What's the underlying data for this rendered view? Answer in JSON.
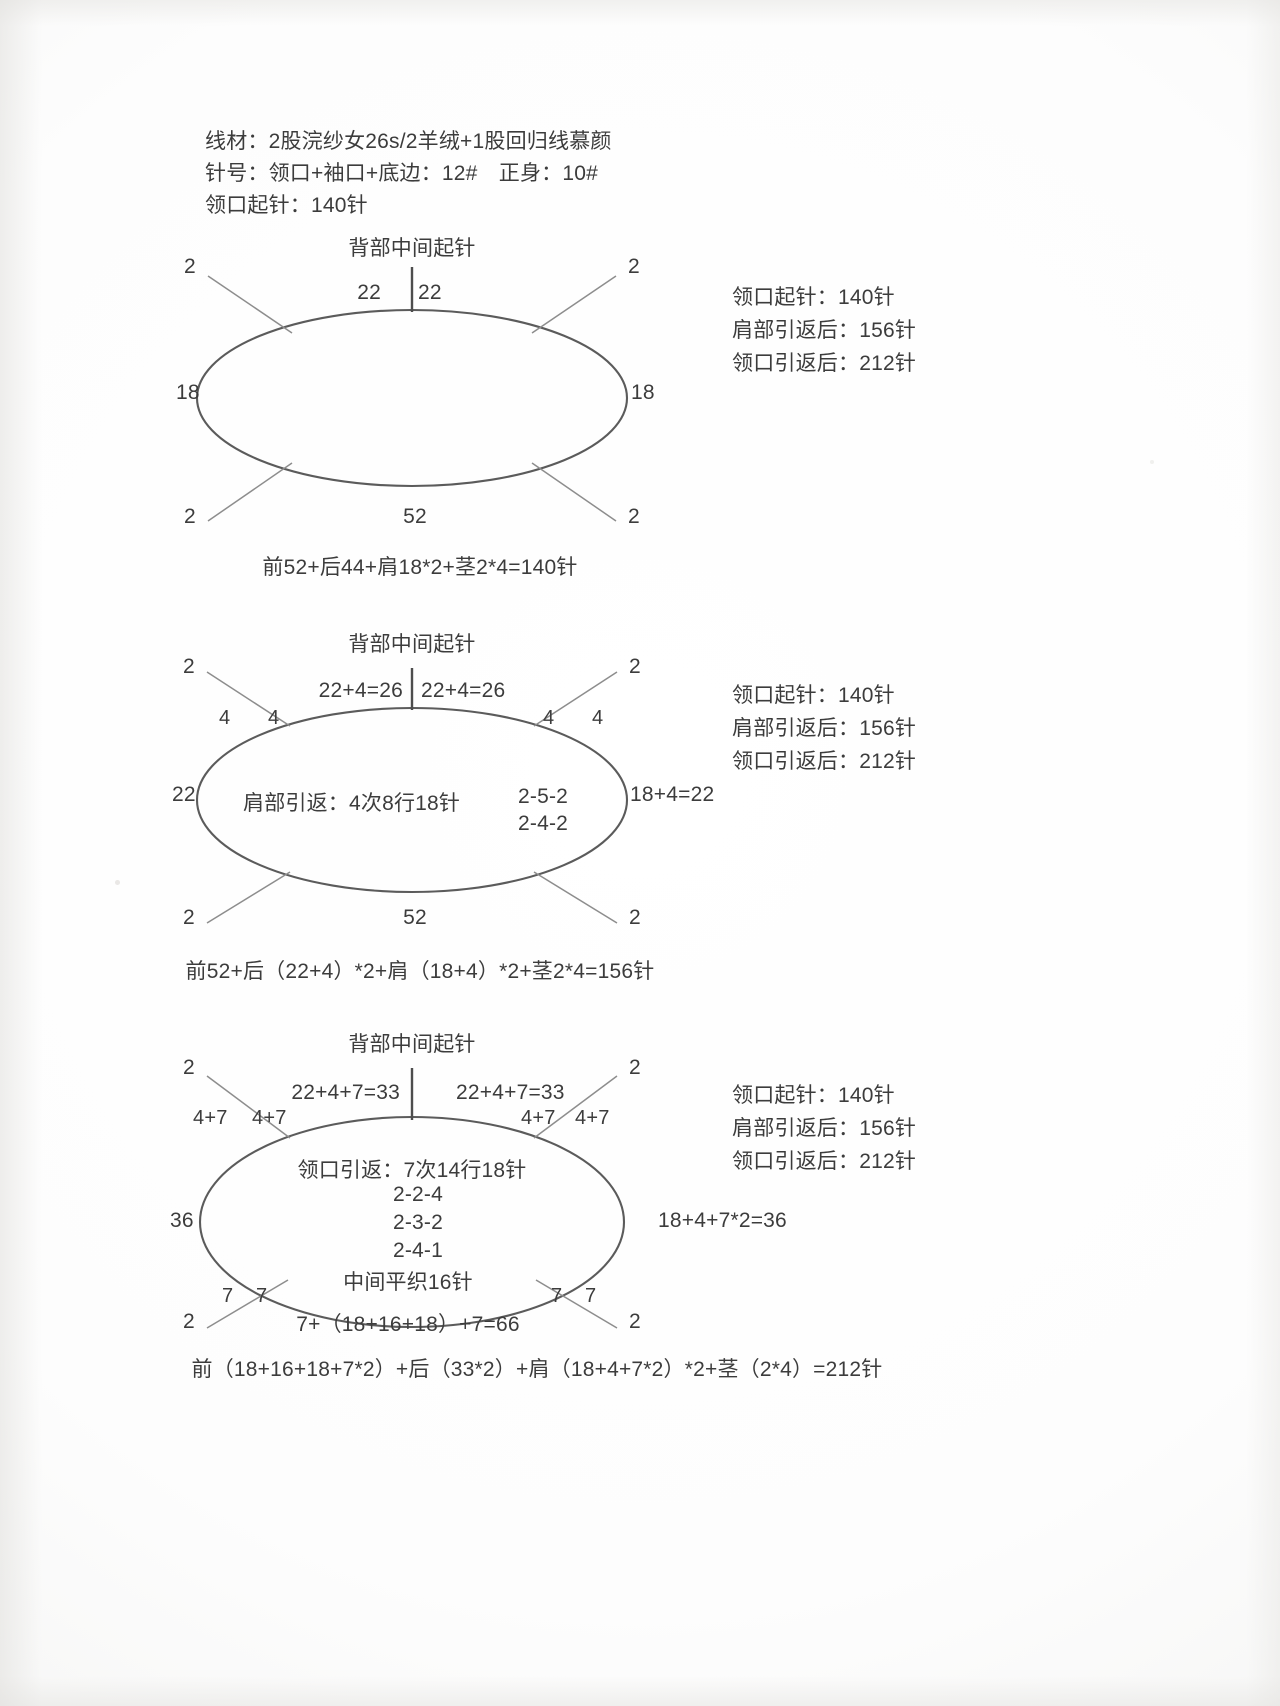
{
  "document": {
    "type": "knitting-pattern-diagram",
    "header_lines": [
      "线材：2股浣纱女26s/2羊绒+1股回归线慕颜",
      "针号：领口+袖口+底边：12#　正身：10#",
      "领口起针：140针"
    ]
  },
  "side_note": {
    "lines": [
      "领口起针：140针",
      "肩部引返后：156针",
      "领口引返后：212针"
    ]
  },
  "diagrams": [
    {
      "id": "stage-1",
      "title": "背部中间起针",
      "top_left_value": "22",
      "top_right_value": "22",
      "corner_top_left": "2",
      "corner_top_right": "2",
      "corner_bottom_left": "2",
      "corner_bottom_right": "2",
      "side_left": "18",
      "side_right": "18",
      "bottom_value": "52",
      "inner_lines": [],
      "inner_right_note": "",
      "formula": "前52+后44+肩18*2+茎2*4=140针"
    },
    {
      "id": "stage-2",
      "title": "背部中间起针",
      "top_left_value": "22+4=26",
      "top_right_value": "22+4=26",
      "corner_top_left": "2",
      "corner_top_right": "2",
      "corner_bottom_left": "2",
      "corner_bottom_right": "2",
      "shoulder_left_outer": "4",
      "shoulder_left_inner": "4",
      "shoulder_right_inner": "4",
      "shoulder_right_outer": "4",
      "side_left": "22",
      "bottom_value": "52",
      "inner_lines": [
        "肩部引返：4次8行18针"
      ],
      "inner_right_col": [
        "2-5-2",
        "2-4-2"
      ],
      "inner_right_note": "18+4=22",
      "formula": "前52+后（22+4）*2+肩（18+4）*2+茎2*4=156针"
    },
    {
      "id": "stage-3",
      "title": "背部中间起针",
      "top_left_value": "22+4+7=33",
      "top_right_value": "22+4+7=33",
      "corner_top_left": "2",
      "corner_top_right": "2",
      "corner_bottom_left": "2",
      "corner_bottom_right": "2",
      "shoulder_left_outer": "4+7",
      "shoulder_left_inner": "4+7",
      "shoulder_right_inner": "4+7",
      "shoulder_right_outer": "4+7",
      "bottom_left_outer": "7",
      "bottom_left_inner": "7",
      "bottom_right_inner": "7",
      "bottom_right_outer": "7",
      "side_left": "36",
      "inner_lines": [
        "领口引返：7次14行18针",
        "2-2-4",
        "2-3-2",
        "2-4-1",
        "中间平织16针"
      ],
      "inner_right_note": "18+4+7*2=36",
      "bottom_value": "7+（18+16+18）+7=66",
      "formula": "前（18+16+18+7*2）+后（33*2）+肩（18+4+7*2）*2+茎（2*4）=212针"
    }
  ],
  "colors": {
    "paper": "#ffffff",
    "ink": "#3c3c3c",
    "ellipse_stroke": "#5b5b5b",
    "leader_stroke": "#8d8d8d"
  }
}
